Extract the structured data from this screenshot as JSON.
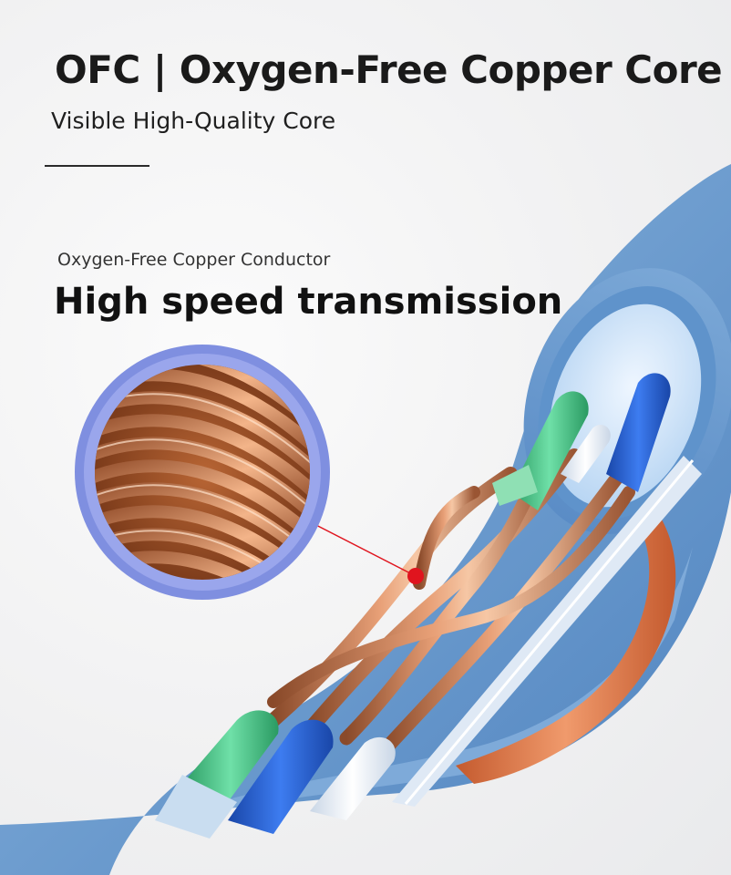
{
  "header": {
    "title": "OFC | Oxygen-Free Copper Core",
    "subtitle": "Visible High-Quality Core"
  },
  "feature": {
    "label": "Oxygen-Free Copper Conductor",
    "headline": "High speed transmission"
  },
  "colors": {
    "cable_jacket": "#6e9dcf",
    "callout_ring": "#7f8fe0",
    "copper": "#c97a45",
    "pointer": "#e0141e",
    "wire_green": "#3fb87a",
    "wire_blue": "#2460d4",
    "wire_orange": "#e3804f"
  },
  "icons": {
    "callout_dot": "red-dot-icon"
  }
}
